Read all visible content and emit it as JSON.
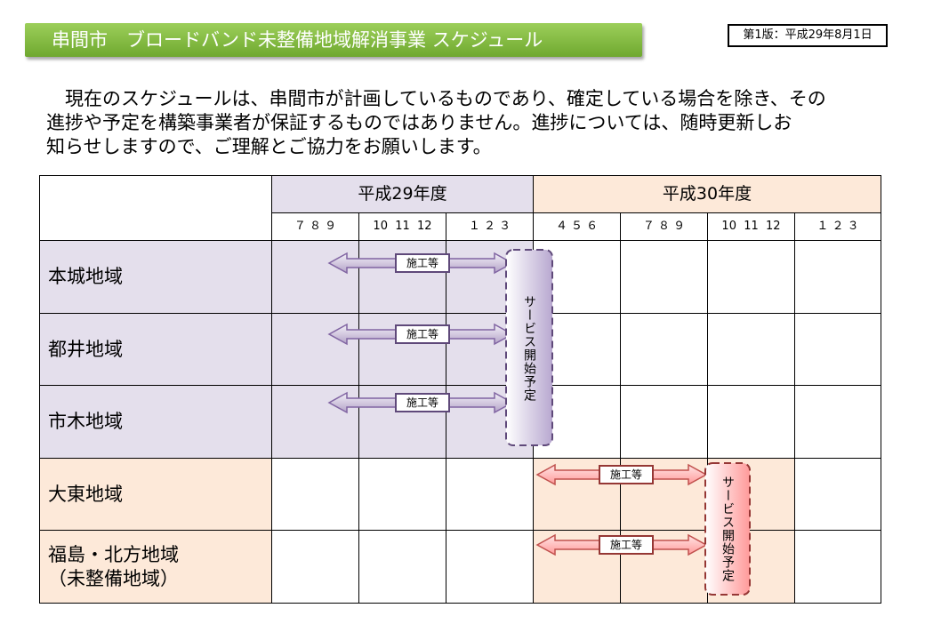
{
  "header": {
    "title": "串間市　ブロードバンド未整備地域解消事業 スケジュール",
    "version": "第1版：平成29年8月1日"
  },
  "intro_lines": [
    "　現在のスケジュールは、串間市が計画しているものであり、確定している場合を除き、その",
    "進捗や予定を構築事業者が保証するものではありません。進捗については、随時更新しお",
    "知らせしますので、ご理解とご協力をお願いします。"
  ],
  "schedule": {
    "years": [
      "平成29年度",
      "平成30年度"
    ],
    "months": [
      "７ ８ ９",
      "10  11  12",
      "１ ２ ３",
      "４ ５ ６",
      "７ ８ ９",
      "10  11  12",
      "１ ２ ３"
    ],
    "regions": [
      {
        "lines": [
          "本城地域"
        ]
      },
      {
        "lines": [
          "都井地域"
        ]
      },
      {
        "lines": [
          "市木地域"
        ]
      },
      {
        "lines": [
          "大東地域"
        ]
      },
      {
        "lines": [
          "福島・北方地域",
          "（未整備地域）"
        ]
      }
    ],
    "work_label": "施工等",
    "service_label": "サービス開始予定",
    "colors": {
      "fy29": "#e4dfec",
      "fy30": "#fde9d9",
      "title_bar": "#7db33c",
      "arrow_purple": "#b3a2c7",
      "arrow_pink": "#ff9999"
    }
  }
}
